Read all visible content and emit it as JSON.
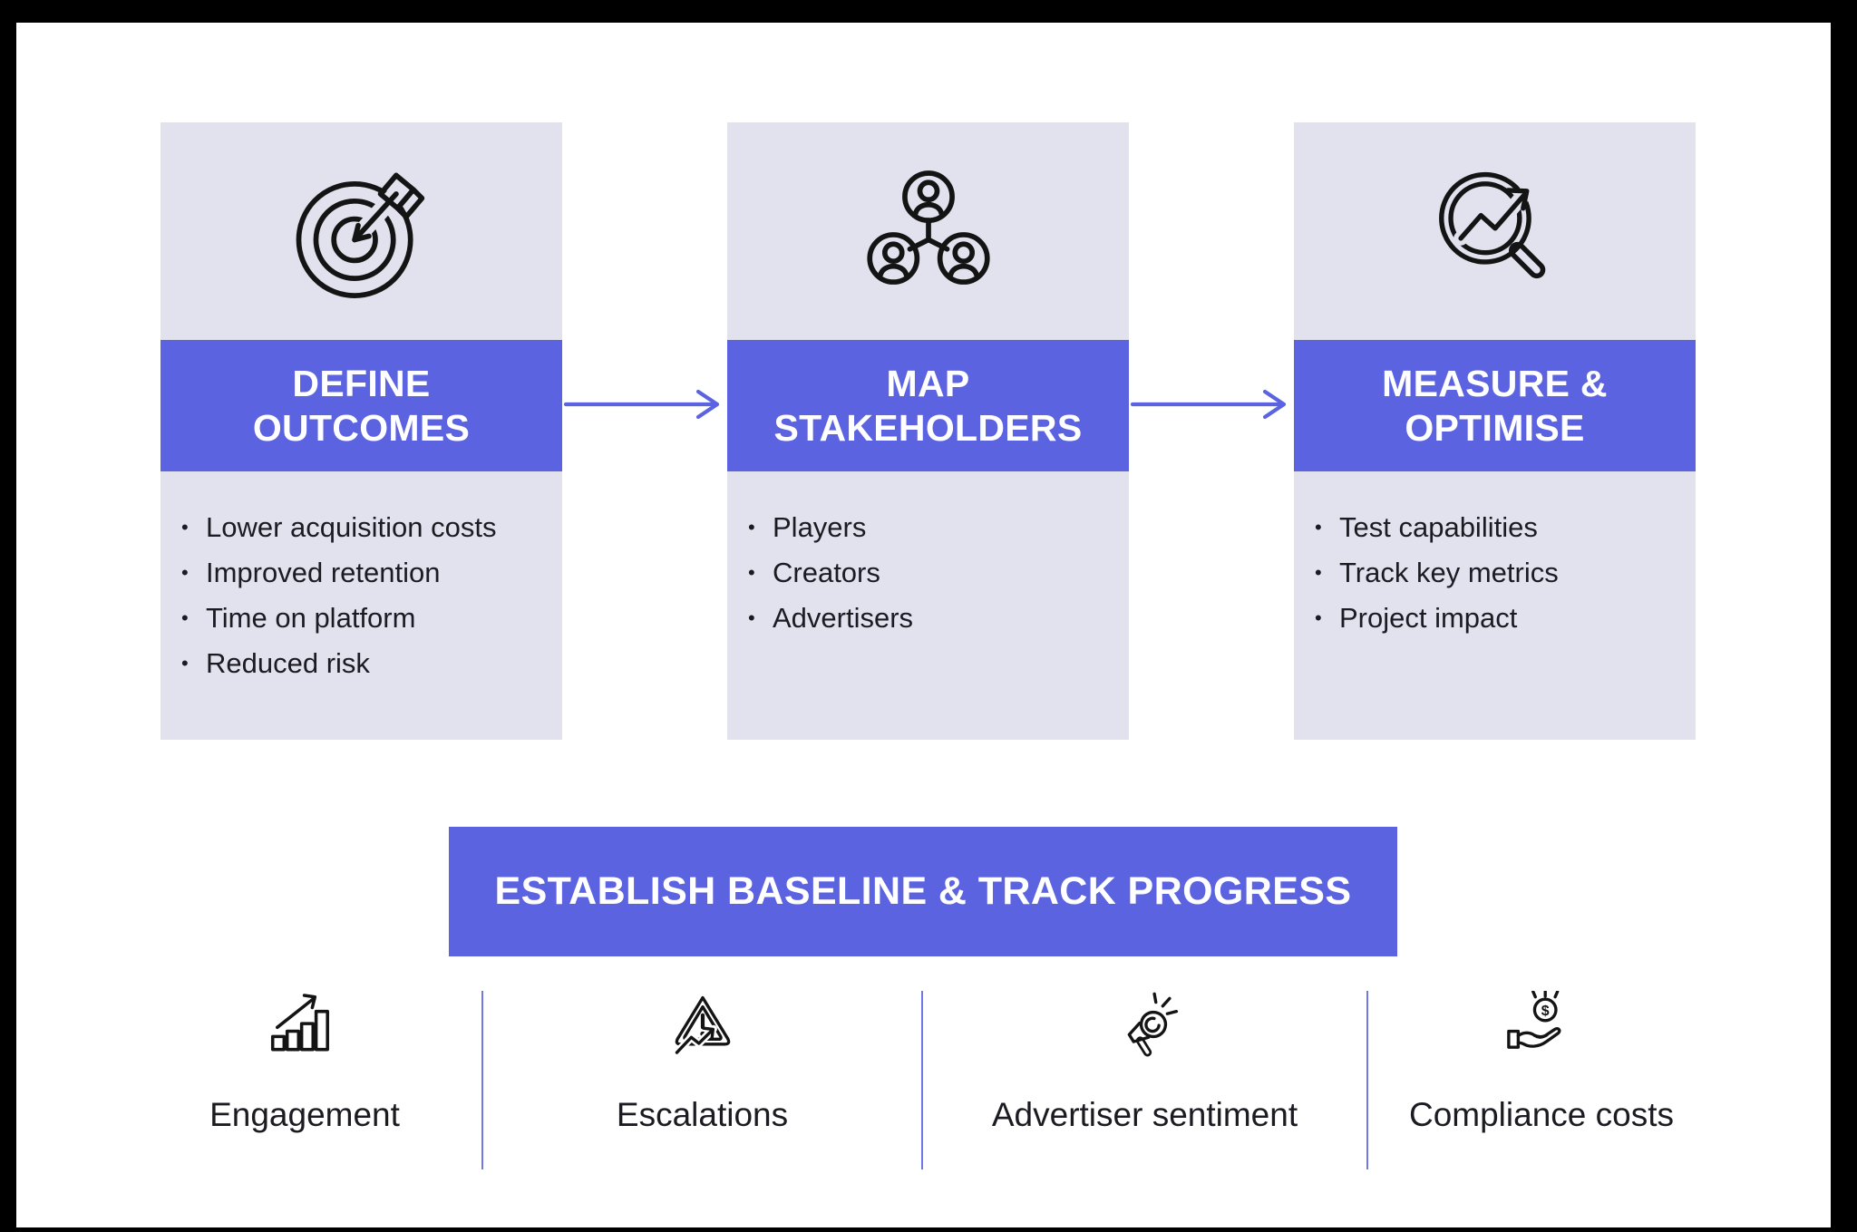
{
  "colors": {
    "accent": "#5B63E1",
    "panel_bg": "#E2E1EE",
    "divider": "#7078E5",
    "text_dark": "#1D1B22",
    "white": "#FFFFFF",
    "page_bg": "#000000",
    "icon_stroke": "#141414"
  },
  "steps": [
    {
      "icon": "target-dart-icon",
      "title_lines": [
        "DEFINE",
        "OUTCOMES"
      ],
      "items": [
        "Lower acquisition costs",
        "Improved retention",
        "Time on platform",
        "Reduced risk"
      ]
    },
    {
      "icon": "stakeholder-network-icon",
      "title_lines": [
        "MAP",
        "STAKEHOLDERS"
      ],
      "items": [
        "Players",
        "Creators",
        "Advertisers"
      ]
    },
    {
      "icon": "magnifier-trend-icon",
      "title_lines": [
        "MEASURE &",
        "OPTIMISE"
      ],
      "items": [
        "Test capabilities",
        "Track key metrics",
        "Project impact"
      ]
    }
  ],
  "banner": {
    "label": "ESTABLISH BASELINE & TRACK PROGRESS"
  },
  "metrics": [
    {
      "icon": "bar-chart-growth-icon",
      "label": "Engagement"
    },
    {
      "icon": "warning-escalation-icon",
      "label": "Escalations"
    },
    {
      "icon": "megaphone-icon",
      "label": "Advertiser sentiment"
    },
    {
      "icon": "hand-coin-icon",
      "label": "Compliance costs"
    }
  ],
  "glyphs": {
    "dollar": "$"
  }
}
